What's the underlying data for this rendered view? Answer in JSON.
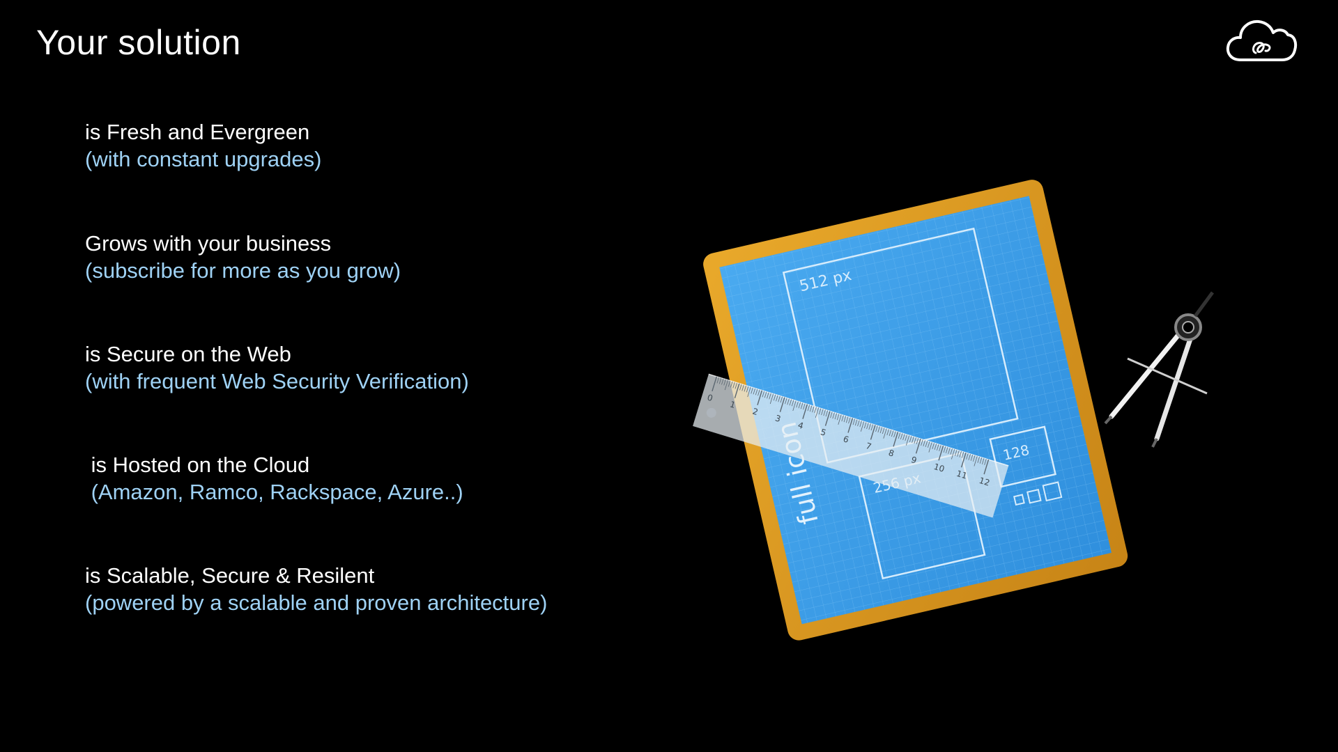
{
  "slide": {
    "title": "Your solution",
    "logo_icon": "cloud-logo-icon",
    "items": [
      {
        "main": "is Fresh and Evergreen",
        "sub": "(with constant upgrades)"
      },
      {
        "main": "Grows with your business",
        "sub": "(subscribe for more as you grow)"
      },
      {
        "main": "is Secure on the Web",
        "sub": "(with frequent Web Security Verification)"
      },
      {
        "main": " is Hosted on the Cloud",
        "sub": " (Amazon, Ramco, Rackspace, Azure..)"
      },
      {
        "main": "is Scalable, Secure & Resilent",
        "sub": "(powered by a scalable and proven architecture)"
      }
    ]
  },
  "illustration": {
    "icon": "blueprint-icon",
    "large_box_label": "512 px",
    "medium_box_label": "256 px",
    "small_box_label": "128",
    "vertical_text": "full icon",
    "ruler_ticks": [
      "0",
      "1",
      "2",
      "3",
      "4",
      "5",
      "6",
      "7",
      "8",
      "9",
      "10",
      "11",
      "12"
    ]
  },
  "colors": {
    "background": "#000000",
    "title": "#ffffff",
    "bullet_main": "#ffffff",
    "bullet_sub": "#9fd2f5",
    "frame": "#d99a22",
    "blueprint": "#3b9ee8"
  }
}
